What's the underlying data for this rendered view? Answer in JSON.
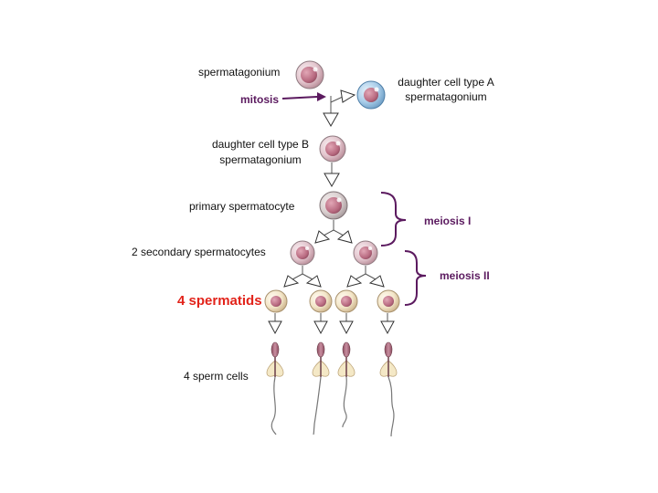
{
  "labels": {
    "spermatagonium": "spermatagonium",
    "mitosis": "mitosis",
    "daughter_a_line1": "daughter cell type A",
    "daughter_a_line2": "spermatagonium",
    "daughter_b_line1": "daughter cell type B",
    "daughter_b_line2": "spermatagonium",
    "primary": "primary spermatocyte",
    "secondary": "2 secondary spermatocytes",
    "spermatids": "4 spermatids",
    "sperm": "4 sperm cells",
    "meiosis1": "meiosis I",
    "meiosis2": "meiosis II"
  },
  "colors": {
    "purple": "#5b1a5f",
    "red": "#e2231a",
    "blue_cell": "#7fb1d6",
    "mauve_cell": "#c99ba8",
    "nucleus": "#b86a80",
    "spermatid_cell": "#f2e3c4",
    "tail": "#777777"
  },
  "icons": [
    "cell-icon",
    "sperm-icon",
    "arrow-icon",
    "bracket-icon"
  ]
}
